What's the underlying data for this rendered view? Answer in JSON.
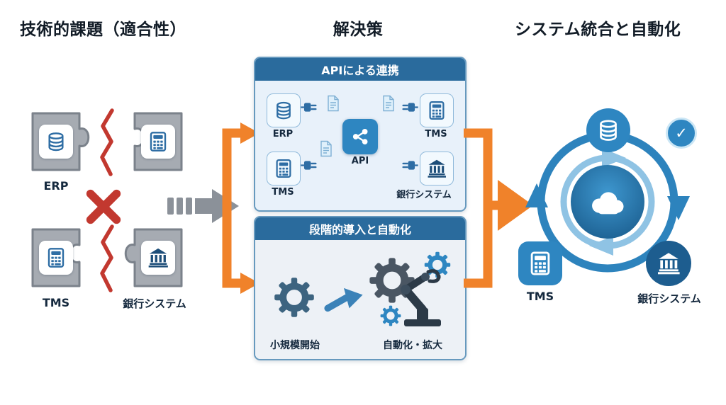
{
  "headers": {
    "left": "技術的課題（適合性）",
    "center": "解決策",
    "right": "システム統合と自動化"
  },
  "challenges": {
    "erp_label": "ERP",
    "tms_label": "TMS",
    "bank_label": "銀行システム"
  },
  "solutions": {
    "api_box": {
      "title": "APIによる連携",
      "erp_label": "ERP",
      "tms_top_label": "TMS",
      "tms_bottom_label": "TMS",
      "bank_label": "銀行システム",
      "hub_label": "API"
    },
    "phase_box": {
      "title": "段階的導入と自動化",
      "start_label": "小規模開始",
      "expand_label": "自動化・拡大"
    }
  },
  "result": {
    "tms_label": "TMS",
    "bank_label": "銀行システム",
    "check_glyph": "✓"
  },
  "icons": {
    "database-icon": "cylinder-svg",
    "calculator-icon": "keypad-svg",
    "bank-icon": "columns-building-svg",
    "puzzle-piece-icon": "jigsaw-svg",
    "crack-icon": "red-zigzag-svg",
    "x-mark-icon": "✕",
    "dashed-arrow-icon": "gray-arrow-svg",
    "flow-arrow-icon": "orange-arrow-svg",
    "plug-icon": "connector-plug-svg",
    "document-icon": "page-svg",
    "api-hub-icon": "share-nodes-svg",
    "gear-icon": "⚙",
    "robot-arm-icon": "robot-svg",
    "cycle-icon": "circular-arrows-svg",
    "cloud-icon": "☁",
    "check-icon": "✓"
  },
  "colors": {
    "accent_orange": "#F0822A",
    "header_blue": "#2A6B9D",
    "panel_blue": "#E8F1FA",
    "panel_gray_blue": "#EDF1F6",
    "icon_blue": "#2E86C1",
    "dark_blue": "#1D5D8F",
    "error_red": "#C2382F",
    "puzzle_gray": "#A6ABB2",
    "arrow_gray": "#8B9199"
  }
}
